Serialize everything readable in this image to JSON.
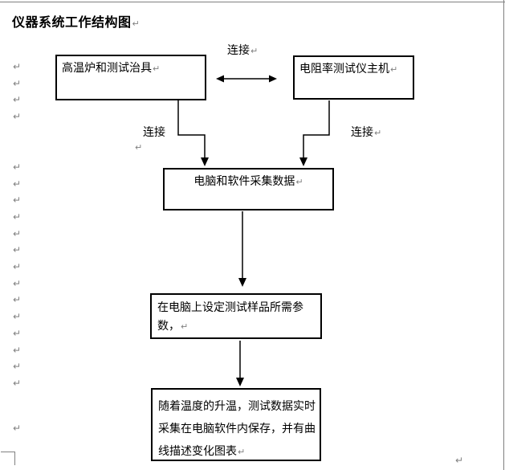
{
  "document": {
    "title": "仪器系统工作结构图"
  },
  "marks": {
    "pilcrow": "↵"
  },
  "flowchart": {
    "boxes": [
      {
        "id": "furnace",
        "label": "高温炉和测试治具"
      },
      {
        "id": "host",
        "label": "电阻率测试仪主机"
      },
      {
        "id": "computer",
        "label": "电脑和软件采集数据"
      },
      {
        "id": "params",
        "label": "在电脑上设定测试样品所需参数，"
      },
      {
        "id": "record",
        "label": "随着温度的升温，测试数据实时采集在电脑软件内保存，并有曲线描述变化图表"
      }
    ],
    "labels": {
      "top": "连接",
      "left": "连接",
      "right": "连接"
    }
  },
  "margin_marks": {
    "y": [
      83,
      104,
      124,
      145,
      208,
      229,
      249,
      270,
      291,
      311,
      332,
      353,
      373,
      394,
      415,
      436,
      456,
      477,
      533
    ]
  },
  "colors": {
    "text": "#000000",
    "border": "#000000",
    "pilcrow": "#808080",
    "page_border": "#808080"
  }
}
